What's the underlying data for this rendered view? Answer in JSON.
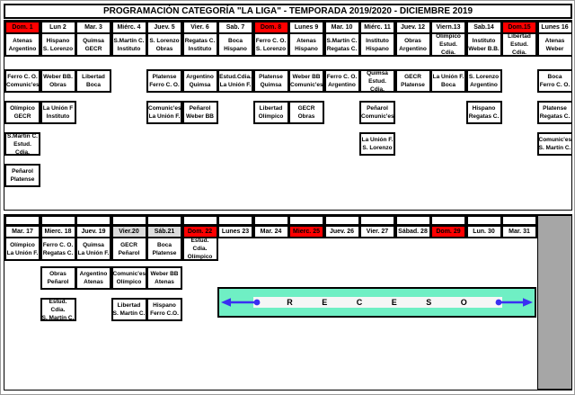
{
  "title": "PROGRAMACIÓN CATEGORÍA \"LA LIGA\" - TEMPORADA 2019/2020 - DICIEMBRE 2019",
  "colors": {
    "red": "#ff0000",
    "header_gray": "#dcdcdc",
    "gray_column": "#a6a6a6",
    "receso_bg": "#6fefc4",
    "arrow_blue": "#3a2ff2"
  },
  "section1": {
    "days": [
      {
        "label": "Dom. 1",
        "red": true,
        "teams": [
          "Atenas",
          "Argentino"
        ]
      },
      {
        "label": "Lun 2",
        "teams": [
          "Hispano",
          "S. Lorenzo"
        ]
      },
      {
        "label": "Mar. 3",
        "teams": [
          "Quimsa",
          "GECR"
        ]
      },
      {
        "label": "Miérc. 4",
        "teams": [
          "S.Martín C.",
          "Instituto"
        ]
      },
      {
        "label": "Juev. 5",
        "teams": [
          "S. Lorenzo",
          "Obras"
        ]
      },
      {
        "label": "Vier. 6",
        "teams": [
          "Regatas C.",
          "Instituto"
        ]
      },
      {
        "label": "Sab. 7",
        "teams": [
          "Boca",
          "Hispano"
        ]
      },
      {
        "label": "Dom. 8",
        "red": true,
        "teams": [
          "Ferro C. O.",
          "S. Lorenzo"
        ]
      },
      {
        "label": "Lunes 9",
        "teams": [
          "Atenas",
          "Hispano"
        ]
      },
      {
        "label": "Mar. 10",
        "teams": [
          "S.Martín C.",
          "Regatas C."
        ]
      },
      {
        "label": "Miérc. 11",
        "teams": [
          "Instituto",
          "Hispano"
        ]
      },
      {
        "label": "Juev. 12",
        "teams": [
          "Obras",
          "Argentino"
        ]
      },
      {
        "label": "Viern.13",
        "teams": [
          "Olímpico",
          "Estud. Cdia."
        ]
      },
      {
        "label": "Sab.14",
        "teams": [
          "Instituto",
          "Weber B.B."
        ]
      },
      {
        "label": "Dom.15",
        "red": true,
        "teams": [
          "Libertad",
          "Estud. Cdia."
        ]
      },
      {
        "label": "Lunes 16",
        "teams": [
          "Atenas",
          "Weber"
        ]
      }
    ],
    "boxes": [
      {
        "col": 1,
        "row": 1,
        "teams": [
          "Ferro C. O.",
          "Comunic'es"
        ]
      },
      {
        "col": 2,
        "row": 1,
        "teams": [
          "Weber BB.",
          "Obras"
        ]
      },
      {
        "col": 3,
        "row": 1,
        "teams": [
          "Libertad",
          "Boca"
        ]
      },
      {
        "col": 5,
        "row": 1,
        "teams": [
          "Platense",
          "Ferro C. O."
        ]
      },
      {
        "col": 6,
        "row": 1,
        "teams": [
          "Argentino",
          "Quimsa"
        ]
      },
      {
        "col": 7,
        "row": 1,
        "teams": [
          "Estud.Cdia.",
          "La Unión F."
        ]
      },
      {
        "col": 8,
        "row": 1,
        "teams": [
          "Platense",
          "Quimsa"
        ]
      },
      {
        "col": 9,
        "row": 1,
        "teams": [
          "Weber BB",
          "Comunic'es"
        ]
      },
      {
        "col": 10,
        "row": 1,
        "teams": [
          "Ferro C. O.",
          "Argentino"
        ]
      },
      {
        "col": 11,
        "row": 1,
        "teams": [
          "Quimsa",
          "Estud. Cdia."
        ]
      },
      {
        "col": 12,
        "row": 1,
        "teams": [
          "GECR",
          "Platense"
        ]
      },
      {
        "col": 13,
        "row": 1,
        "teams": [
          "La Unión F.",
          "Boca"
        ]
      },
      {
        "col": 14,
        "row": 1,
        "teams": [
          "S. Lorenzo",
          "Argentino"
        ]
      },
      {
        "col": 16,
        "row": 1,
        "teams": [
          "Boca",
          "Ferro C. O."
        ]
      },
      {
        "col": 1,
        "row": 2,
        "teams": [
          "Olímpico",
          "GECR"
        ]
      },
      {
        "col": 2,
        "row": 2,
        "teams": [
          "La Unión F",
          "Instituto"
        ]
      },
      {
        "col": 5,
        "row": 2,
        "teams": [
          "Comunic'es",
          "La Unión F."
        ]
      },
      {
        "col": 6,
        "row": 2,
        "teams": [
          "Peñarol",
          "Weber BB"
        ]
      },
      {
        "col": 8,
        "row": 2,
        "teams": [
          "Libertad",
          "Olímpico"
        ]
      },
      {
        "col": 9,
        "row": 2,
        "teams": [
          "GECR",
          "Obras"
        ]
      },
      {
        "col": 11,
        "row": 2,
        "teams": [
          "Peñarol",
          "Comunic'es"
        ]
      },
      {
        "col": 14,
        "row": 2,
        "teams": [
          "Hispano",
          "Regatas C."
        ]
      },
      {
        "col": 16,
        "row": 2,
        "teams": [
          "Platense",
          "Regatas C."
        ]
      },
      {
        "col": 1,
        "row": 3,
        "teams": [
          "S.Martín C.",
          "Estud. Cdia."
        ]
      },
      {
        "col": 11,
        "row": 3,
        "teams": [
          "La Unión F.",
          "S. Lorenzo"
        ]
      },
      {
        "col": 16,
        "row": 3,
        "teams": [
          "Comunic'es",
          "S. Martín C."
        ]
      },
      {
        "col": 1,
        "row": 4,
        "teams": [
          "Peñarol",
          "Platense"
        ]
      }
    ]
  },
  "section2": {
    "days": [
      {
        "label": "Mar. 17",
        "teams": [
          "Olímpico",
          "La Unión F."
        ]
      },
      {
        "label": "Mierc. 18",
        "teams": [
          "Ferro C. O.",
          "Regatas C."
        ]
      },
      {
        "label": "Juev. 19",
        "teams": [
          "Quimsa",
          "La Unión F."
        ]
      },
      {
        "label": "Vier.20",
        "gray": true,
        "teams": [
          "GECR",
          "Peñarol"
        ]
      },
      {
        "label": "Sáb.21",
        "gray": true,
        "teams": [
          "Boca",
          "Platense"
        ]
      },
      {
        "label": "Dom. 22",
        "red": true,
        "teams": [
          "Estud. Cdia.",
          "Olímpico"
        ]
      },
      {
        "label": "Lunes 23"
      },
      {
        "label": "Mar. 24"
      },
      {
        "label": "Mierc. 25",
        "red": true
      },
      {
        "label": "Juev. 26"
      },
      {
        "label": "Vier. 27"
      },
      {
        "label": "Sábad. 28"
      },
      {
        "label": "Dom. 29",
        "red": true
      },
      {
        "label": "Lun. 30"
      },
      {
        "label": "Mar. 31"
      }
    ],
    "boxes": [
      {
        "col": 2,
        "row": 1,
        "teams": [
          "Obras",
          "Peñarol"
        ]
      },
      {
        "col": 3,
        "row": 1,
        "teams": [
          "Argentino",
          "Atenas"
        ]
      },
      {
        "col": 4,
        "row": 1,
        "teams": [
          "Comunic'es",
          "Olímpico"
        ]
      },
      {
        "col": 5,
        "row": 1,
        "teams": [
          "Weber BB",
          "Atenas"
        ]
      },
      {
        "col": 2,
        "row": 2,
        "teams": [
          "Estud. Cdia.",
          "S. Martín C."
        ]
      },
      {
        "col": 4,
        "row": 2,
        "teams": [
          "Libertad",
          "S. Martín C."
        ]
      },
      {
        "col": 5,
        "row": 2,
        "teams": [
          "Hispano",
          "Ferro C.O."
        ]
      }
    ],
    "receso": {
      "label": "R E C E S O"
    }
  }
}
